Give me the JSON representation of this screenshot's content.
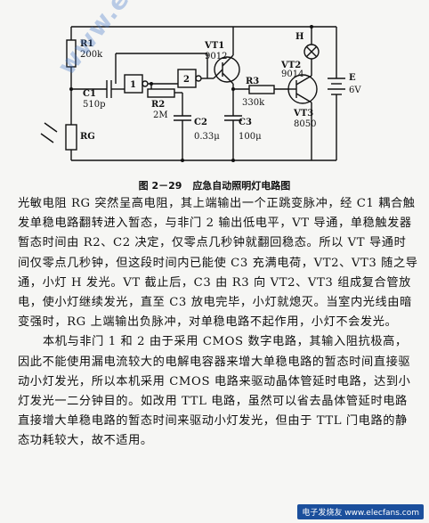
{
  "watermark": "www.elecfans.com",
  "logo": "电子发烧友 www.elecfans.com",
  "schematic": {
    "R1": "R1",
    "R1_val": "200k",
    "C1": "C1",
    "C1_val": "510p",
    "RG": "RG",
    "gate1": "1",
    "gate2": "2",
    "R2": "R2",
    "R2_val": "2M",
    "C2": "C2",
    "C2_val": "0.33μ",
    "VT1": "VT1",
    "VT1_val": "9012",
    "C3": "C3",
    "C3_val": "100μ",
    "R3": "R3",
    "R3_val": "330k",
    "H": "H",
    "VT2": "VT2",
    "VT2_val": "9014",
    "VT3": "VT3",
    "VT3_val": "8050",
    "E": "E",
    "E_val": "6V"
  },
  "caption": {
    "number": "图 2－29",
    "title": "应急自动照明灯电路图"
  },
  "paragraphs": [
    "光敏电阻 RG 突然呈高电阻，其上端输出一个正跳变脉冲，经 C1 耦合触发单稳电路翻转进入暂态，与非门 2 输出低电平，VT 导通，单稳触发器暂态时间由 R2、C2 决定，仅零点几秒钟就翻回稳态。所以 VT 导通时间仅零点几秒钟，但这段时间内已能使 C3 充满电荷，VT2、VT3 随之导通，小灯 H 发光。VT 截止后，C3 由 R3 向 VT2、VT3 组成复合管放电，使小灯继续发光，直至 C3 放电完毕，小灯就熄灭。当室内光线由暗变强时，RG 上端输出负脉冲，对单稳电路不起作用，小灯不会发光。",
    "本机与非门 1 和 2 由于采用 CMOS 数字电路，其输入阻抗极高，因此不能使用漏电流较大的电解电容器来增大单稳电路的暂态时间直接驱动小灯发光，所以本机采用 CMOS 电路来驱动晶体管延时电路，达到小灯发光一二分钟目的。如改用 TTL 电路，虽然可以省去晶体管延时电路直接增大单稳电路的暂态时间来驱动小灯发光，但由于 TTL 门电路的静态功耗较大，故不适用。"
  ]
}
